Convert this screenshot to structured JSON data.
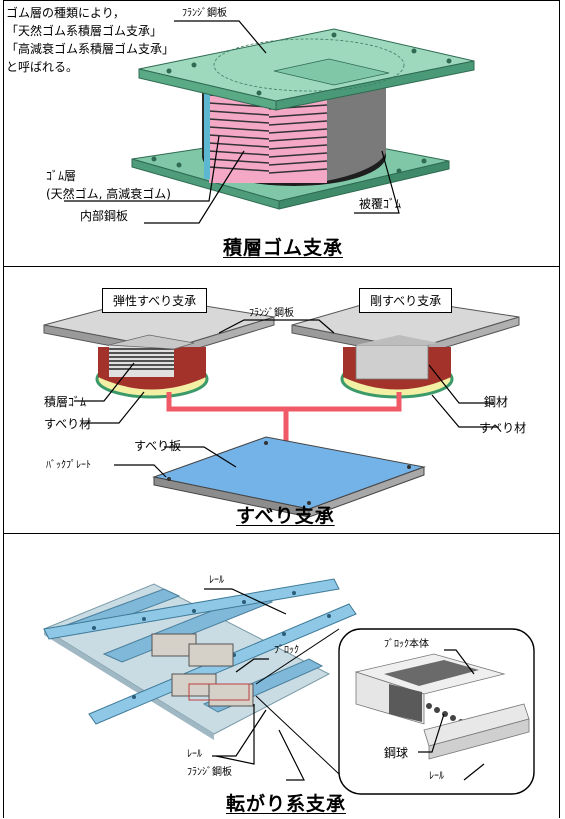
{
  "panel1": {
    "intro_line1": "ゴム層の種類により，",
    "intro_line2": "「天然ゴム系積層ゴム支承」",
    "intro_line3": "「高減衰ゴム系積層ゴム支承」",
    "intro_line4": "と呼ばれる。",
    "label_flange": "ﾌﾗﾝｼﾞ鋼板",
    "label_rubber_layer": "ｺﾞﾑ層",
    "label_rubber_types": "(天然ゴム, 高減衰ゴム)",
    "label_inner_plate": "内部鋼板",
    "label_cover_rubber": "被覆ｺﾞﾑ",
    "title": "積層ゴム支承"
  },
  "panel2": {
    "box_elastic": "弾性すべり支承",
    "box_rigid": "剛すべり支承",
    "label_flange": "ﾌﾗﾝｼﾞ鋼板",
    "label_laminated_rubber": "積層ｺﾞﾑ",
    "label_sliding_material_left": "すべり材",
    "label_steel": "鋼材",
    "label_sliding_material_right": "すべり材",
    "label_sliding_plate": "すべり板",
    "label_back_plate": "ﾊﾞｯｸﾌﾟﾚｰﾄ",
    "title": "すべり支承"
  },
  "panel3": {
    "label_rail_top": "ﾚｰﾙ",
    "label_block": "ﾌﾞﾛｯｸ",
    "label_rail_bottom": "ﾚｰﾙ",
    "label_flange": "ﾌﾗﾝｼﾞ鋼板",
    "label_block_body": "ﾌﾞﾛｯｸ本体",
    "label_steel_ball": "鋼球",
    "label_rail_inset": "ﾚｰﾙ",
    "title": "転がり系支承"
  }
}
